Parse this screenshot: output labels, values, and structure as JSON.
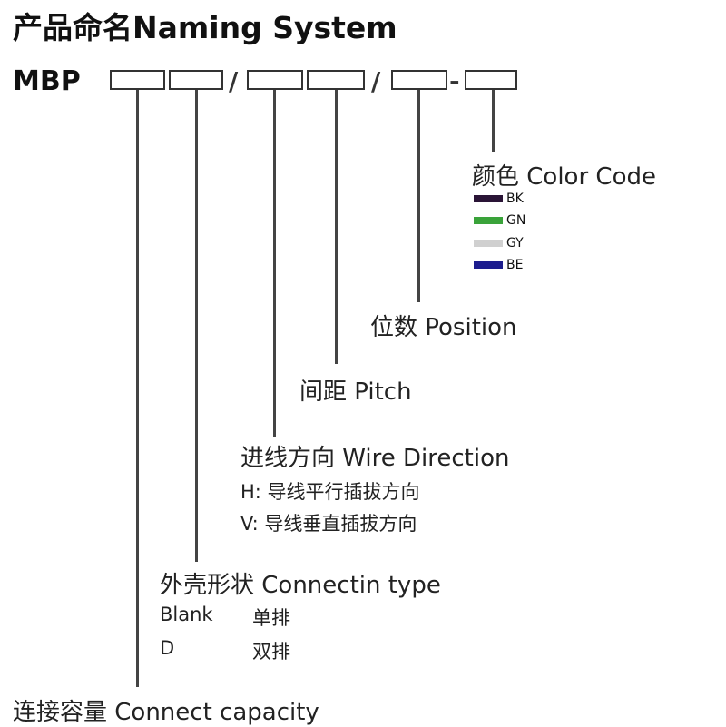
{
  "title": "产品命名Naming System",
  "prefix": "MBP",
  "separators": [
    "/",
    "/",
    "-"
  ],
  "fields": {
    "color": {
      "label": "颜色 Color Code",
      "codes": [
        {
          "code": "BK",
          "color": "#2a1436"
        },
        {
          "code": "GN",
          "color": "#3aa33a"
        },
        {
          "code": "GY",
          "color": "#d0d0d0"
        },
        {
          "code": "BE",
          "color": "#1c1c8e"
        }
      ]
    },
    "position": {
      "label": "位数 Position"
    },
    "pitch": {
      "label": "间距 Pitch"
    },
    "wire": {
      "label": "进线方向 Wire Direction",
      "options": [
        "H: 导线平行插拔方向",
        "V: 导线垂直插拔方向"
      ]
    },
    "shell": {
      "label": "外壳形状 Connectin type",
      "options": [
        {
          "code": "Blank",
          "text": "单排"
        },
        {
          "code": "D",
          "text": "双排"
        }
      ]
    },
    "capacity": {
      "label": "连接容量 Connect capacity"
    }
  }
}
